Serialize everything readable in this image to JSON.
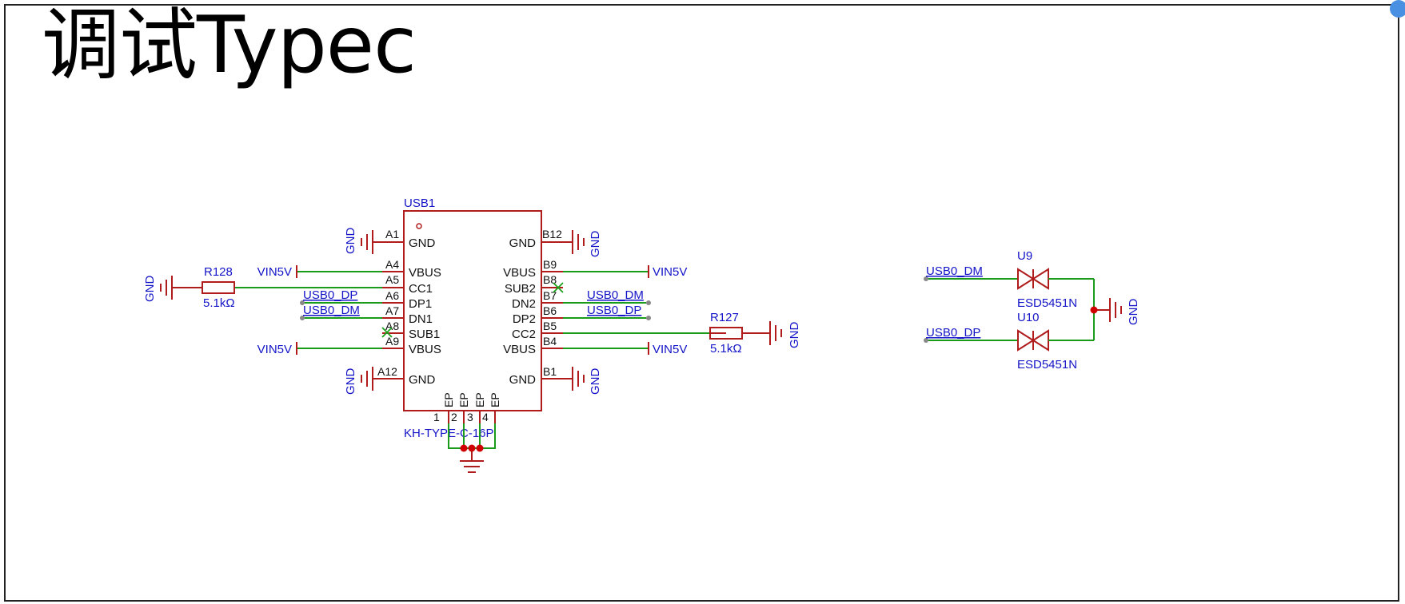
{
  "title": "调试Typec",
  "corner_button_icon": "info-icon",
  "colors": {
    "symbol": "#b01c1c",
    "wire": "#1a9c1a",
    "net": "#1414c8",
    "junction": "#d00000",
    "noconnect": "#1aa01a"
  },
  "usb": {
    "ref": "USB1",
    "part": "KH-TYPE-C-16P",
    "left_pins": [
      {
        "num": "A1",
        "name": "GND"
      },
      {
        "num": "A4",
        "name": "VBUS"
      },
      {
        "num": "A5",
        "name": "CC1"
      },
      {
        "num": "A6",
        "name": "DP1"
      },
      {
        "num": "A7",
        "name": "DN1"
      },
      {
        "num": "A8",
        "name": "SUB1"
      },
      {
        "num": "A9",
        "name": "VBUS"
      },
      {
        "num": "A12",
        "name": "GND"
      }
    ],
    "right_pins": [
      {
        "num": "B12",
        "name": "GND"
      },
      {
        "num": "B9",
        "name": "VBUS"
      },
      {
        "num": "B8",
        "name": "SUB2"
      },
      {
        "num": "B7",
        "name": "DN2"
      },
      {
        "num": "B6",
        "name": "DP2"
      },
      {
        "num": "B5",
        "name": "CC2"
      },
      {
        "num": "B4",
        "name": "VBUS"
      },
      {
        "num": "B1",
        "name": "GND"
      }
    ],
    "bottom_pins": [
      {
        "num": "1",
        "name": "EP"
      },
      {
        "num": "2",
        "name": "EP"
      },
      {
        "num": "3",
        "name": "EP"
      },
      {
        "num": "4",
        "name": "EP"
      }
    ]
  },
  "resistors": [
    {
      "ref": "R128",
      "value": "5.1kΩ"
    },
    {
      "ref": "R127",
      "value": "5.1kΩ"
    }
  ],
  "nets": {
    "gnd": "GND",
    "vin": "VIN5V",
    "usb_dp": "USB0_DP",
    "usb_dm": "USB0_DM"
  },
  "esd": [
    {
      "ref": "U9",
      "part": "ESD5451N",
      "net": "USB0_DM"
    },
    {
      "ref": "U10",
      "part": "ESD5451N",
      "net": "USB0_DP"
    }
  ]
}
